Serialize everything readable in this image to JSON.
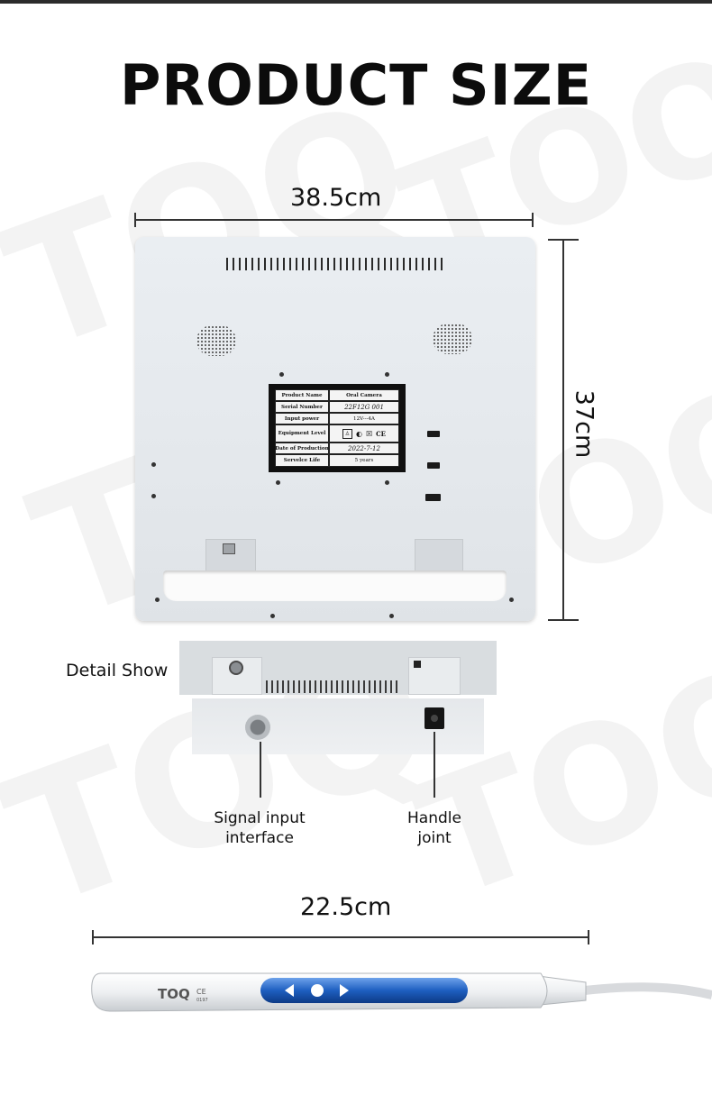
{
  "title": "PRODUCT SIZE",
  "watermark": {
    "text": "TOQ",
    "color": "#f0f0f0"
  },
  "dimensions": {
    "monitor_width": "38.5cm",
    "monitor_height": "37cm",
    "handpiece_length": "22.5cm"
  },
  "rating_label": {
    "rows": [
      {
        "key": "Product Name",
        "value": "Oral Camera"
      },
      {
        "key": "Serial Number",
        "value": "22F12G 001"
      },
      {
        "key": "Input power",
        "value": "12V---4A"
      },
      {
        "key": "Equipment Level",
        "value": "CE"
      },
      {
        "key": "Date of Production",
        "value": "2022-7-12"
      },
      {
        "key": "Servelce Life",
        "value": "5 years"
      }
    ]
  },
  "detail": {
    "label": "Detail Show",
    "signal_input": "Signal input\ninterface",
    "handle_joint": "Handle\njoint"
  },
  "handpiece": {
    "brand": "TOQ",
    "mark": "CE",
    "mark_sub": "0197",
    "button_color": "#1e5fc0"
  }
}
